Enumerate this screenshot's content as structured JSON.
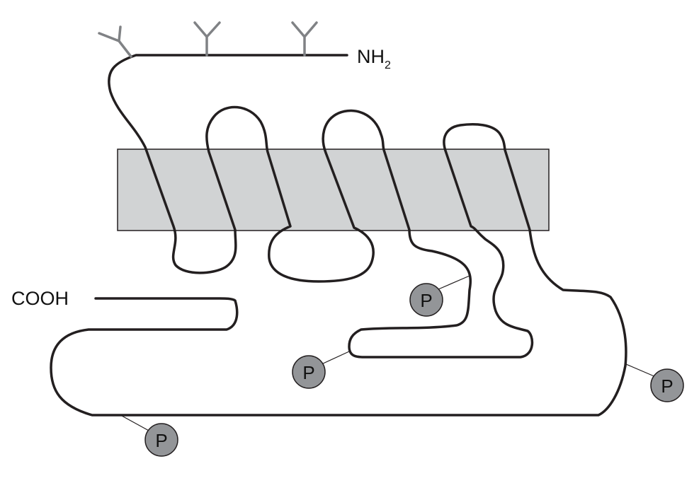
{
  "diagram": {
    "n_terminus": {
      "main": "NH",
      "subscript": "2"
    },
    "c_terminus": "COOH",
    "phosphate_label": "P",
    "colors": {
      "membrane_fill": "#d1d3d4",
      "chain": "#231f20",
      "glycan": "#808285",
      "phosphate_fill": "#939598"
    }
  }
}
